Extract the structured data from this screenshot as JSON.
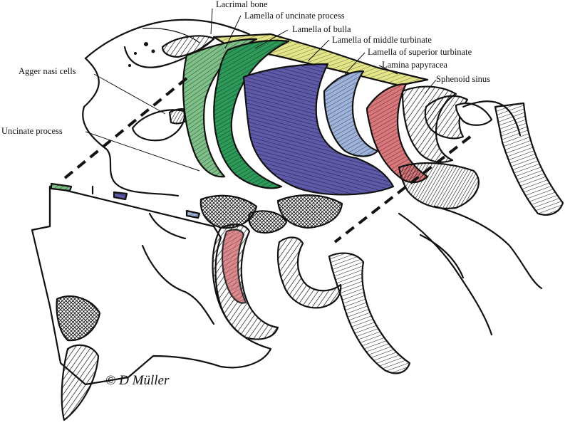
{
  "labels": {
    "lacrimal_bone": "Lacrimal bone",
    "lamella_uncinate": "Lamella of uncinate process",
    "lamella_bulla": "Lamella of bulla",
    "lamella_middle": "Lamella of middle turbinate",
    "lamella_superior": "Lamella of superior turbinate",
    "lamina_papyracea": "Lamina papyracea",
    "sphenoid_sinus": "Sphenoid sinus",
    "agger_nasi": "Agger nasi cells",
    "uncinate_process": "Uncinate process"
  },
  "signature": "© D Müller",
  "colors": {
    "uncinate": "#7fc089",
    "bulla": "#2e9a5a",
    "middle_turbinate": "#5e5aa8",
    "superior_turbinate": "#9fb2d8",
    "papyracea": "#e4e58a",
    "sphenoid": "#d9787c",
    "ink": "#111111"
  }
}
